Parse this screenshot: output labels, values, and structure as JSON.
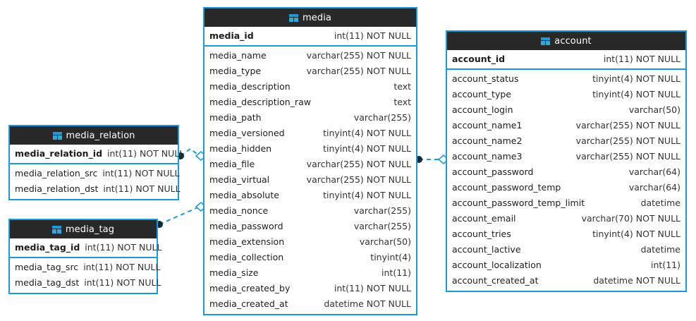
{
  "diagram": {
    "kind": "entity-relationship-diagram",
    "background_color": "#ffffff",
    "accent_color": "#1a9bd7",
    "header_color": "#282828",
    "header_text_color": "#ffffff",
    "icon_name": "table-icon"
  },
  "entities": [
    {
      "id": "media",
      "title": "media",
      "primary_key": {
        "name": "media_id",
        "type": "int(11) NOT NULL"
      },
      "attributes": [
        {
          "name": "media_name",
          "type": "varchar(255) NOT NULL"
        },
        {
          "name": "media_type",
          "type": "varchar(255) NOT NULL"
        },
        {
          "name": "media_description",
          "type": "text"
        },
        {
          "name": "media_description_raw",
          "type": "text"
        },
        {
          "name": "media_path",
          "type": "varchar(255)"
        },
        {
          "name": "media_versioned",
          "type": "tinyint(4) NOT NULL"
        },
        {
          "name": "media_hidden",
          "type": "tinyint(4) NOT NULL"
        },
        {
          "name": "media_file",
          "type": "varchar(255) NOT NULL"
        },
        {
          "name": "media_virtual",
          "type": "varchar(255) NOT NULL"
        },
        {
          "name": "media_absolute",
          "type": "tinyint(4) NOT NULL"
        },
        {
          "name": "media_nonce",
          "type": "varchar(255)"
        },
        {
          "name": "media_password",
          "type": "varchar(255)"
        },
        {
          "name": "media_extension",
          "type": "varchar(50)"
        },
        {
          "name": "media_collection",
          "type": "tinyint(4)"
        },
        {
          "name": "media_size",
          "type": "int(11)"
        },
        {
          "name": "media_created_by",
          "type": "int(11) NOT NULL"
        },
        {
          "name": "media_created_at",
          "type": "datetime NOT NULL"
        }
      ]
    },
    {
      "id": "account",
      "title": "account",
      "primary_key": {
        "name": "account_id",
        "type": "int(11) NOT NULL"
      },
      "attributes": [
        {
          "name": "account_status",
          "type": "tinyint(4) NOT NULL"
        },
        {
          "name": "account_type",
          "type": "tinyint(4) NOT NULL"
        },
        {
          "name": "account_login",
          "type": "varchar(50)"
        },
        {
          "name": "account_name1",
          "type": "varchar(255) NOT NULL"
        },
        {
          "name": "account_name2",
          "type": "varchar(255) NOT NULL"
        },
        {
          "name": "account_name3",
          "type": "varchar(255) NOT NULL"
        },
        {
          "name": "account_password",
          "type": "varchar(64)"
        },
        {
          "name": "account_password_temp",
          "type": "varchar(64)"
        },
        {
          "name": "account_password_temp_limit",
          "type": "datetime"
        },
        {
          "name": "account_email",
          "type": "varchar(70) NOT NULL"
        },
        {
          "name": "account_tries",
          "type": "tinyint(4) NOT NULL"
        },
        {
          "name": "account_lactive",
          "type": "datetime"
        },
        {
          "name": "account_localization",
          "type": "int(11)"
        },
        {
          "name": "account_created_at",
          "type": "datetime NOT NULL"
        }
      ]
    },
    {
      "id": "media_relation",
      "title": "media_relation",
      "primary_key": {
        "name": "media_relation_id",
        "type": "int(11) NOT NULL"
      },
      "attributes": [
        {
          "name": "media_relation_src",
          "type": "int(11) NOT NULL"
        },
        {
          "name": "media_relation_dst",
          "type": "int(11) NOT NULL"
        }
      ]
    },
    {
      "id": "media_tag",
      "title": "media_tag",
      "primary_key": {
        "name": "media_tag_id",
        "type": "int(11) NOT NULL"
      },
      "attributes": [
        {
          "name": "media_tag_src",
          "type": "int(11) NOT NULL"
        },
        {
          "name": "media_tag_dst",
          "type": "int(11) NOT NULL"
        }
      ]
    }
  ],
  "relationships": [
    {
      "id": "rel-media_relation-media",
      "from": "media_relation",
      "to": "media",
      "style": "dashed",
      "from_marker": "filled-circle",
      "to_marker": "open-diamond"
    },
    {
      "id": "rel-media_tag-media",
      "from": "media_tag",
      "to": "media",
      "style": "dashed",
      "from_marker": "filled-circle",
      "to_marker": "open-diamond"
    },
    {
      "id": "rel-media-account",
      "from": "media",
      "to": "account",
      "style": "dashed",
      "from_marker": "filled-circle",
      "to_marker": "open-diamond"
    }
  ]
}
